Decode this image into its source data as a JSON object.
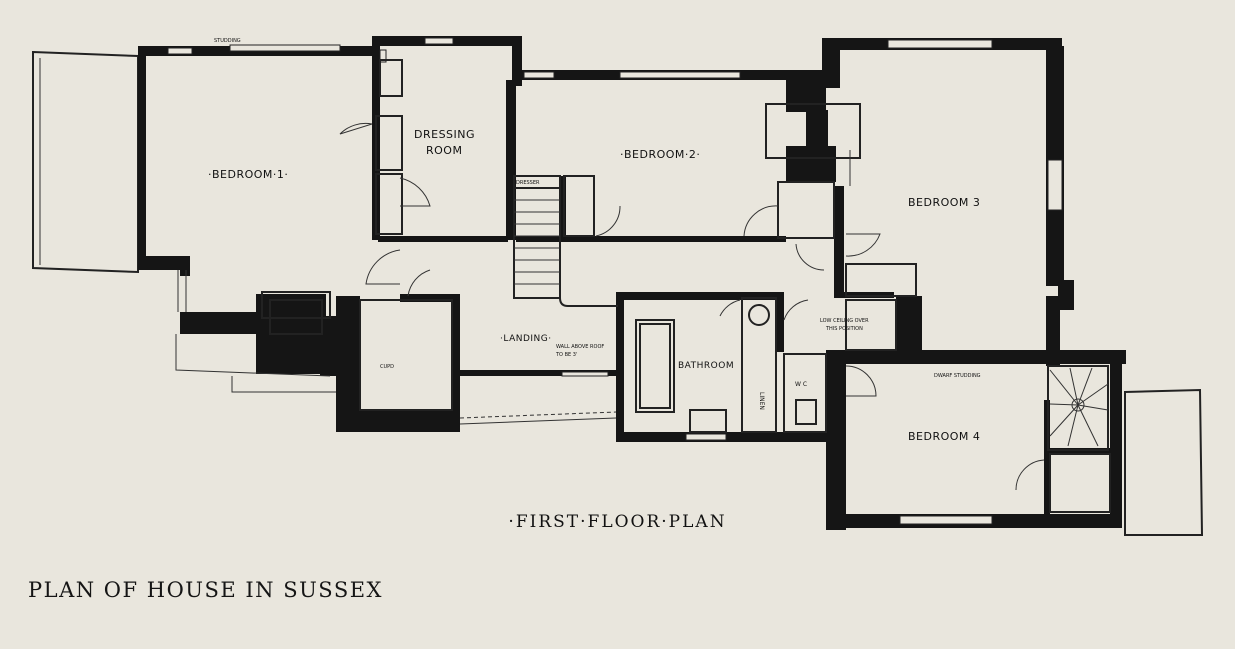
{
  "rooms": {
    "bedroom1": "·BEDROOM·1·",
    "dressing_line1": "DRESSING",
    "dressing_line2": "ROOM",
    "bedroom2": "·BEDROOM·2·",
    "bedroom3": "BEDROOM 3",
    "bedroom4": "BEDROOM 4",
    "bathroom": "BATHROOM",
    "landing": "·LANDING·",
    "wc": "W C",
    "linen": "LINEN"
  },
  "notes": {
    "cupboard": "CUPD",
    "dressers": "DRESSER",
    "wall_above_roof_1": "WALL ABOVE ROOF",
    "wall_above_roof_2": "TO BE 3'",
    "low_ceiling_1": "LOW CEILING OVER",
    "low_ceiling_2": "THIS POSITION",
    "dwarf_studding": "DWARF STUDDING",
    "studding": "STUDDING"
  },
  "title": "·FIRST·FLOOR·PLAN",
  "caption": "PLAN OF HOUSE IN SUSSEX"
}
